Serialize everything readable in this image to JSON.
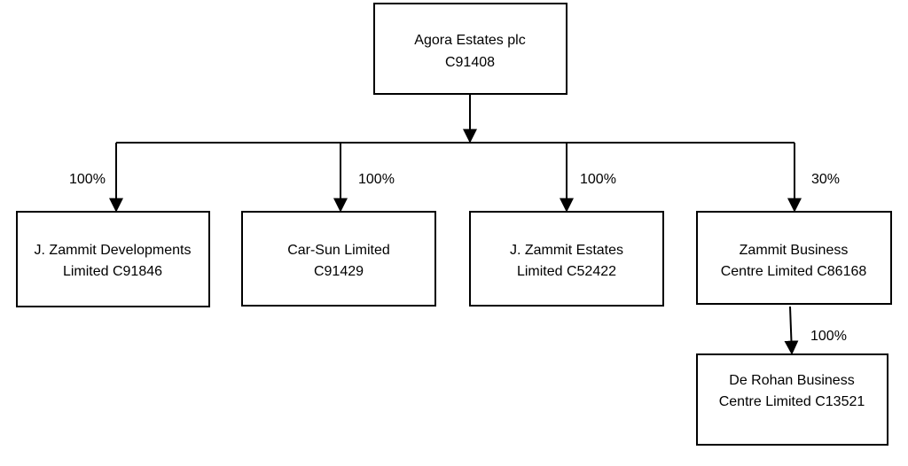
{
  "org_chart": {
    "parent": {
      "name": "Agora Estates plc",
      "code": "C91408"
    },
    "subsidiaries": [
      {
        "line1": "J. Zammit Developments",
        "line2": "Limited C91846",
        "ownership": "100%"
      },
      {
        "line1": "Car-Sun Limited",
        "line2": "C91429",
        "ownership": "100%"
      },
      {
        "line1": "J. Zammit Estates",
        "line2": "Limited C52422",
        "ownership": "100%"
      },
      {
        "line1": "Zammit Business",
        "line2": "Centre Limited C86168",
        "ownership": "30%"
      }
    ],
    "sub_subsidiary": {
      "line1": "De Rohan Business",
      "line2": "Centre Limited C13521",
      "ownership": "100%"
    }
  }
}
